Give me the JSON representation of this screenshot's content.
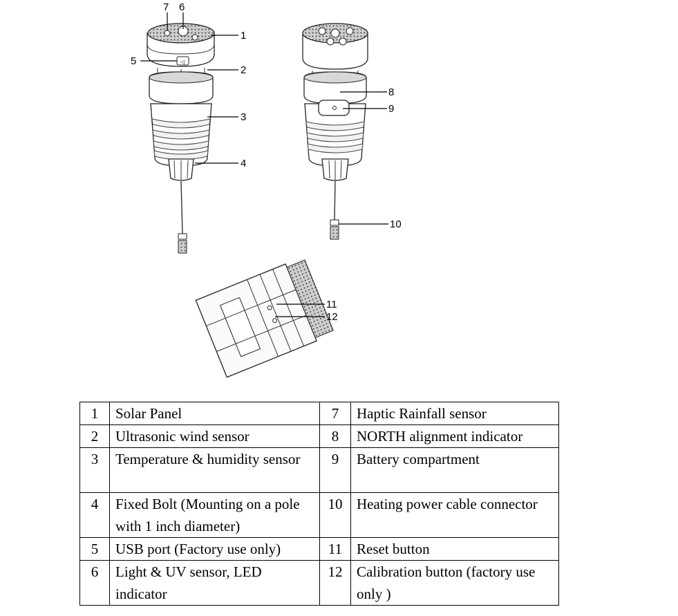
{
  "callouts": [
    "1",
    "2",
    "3",
    "4",
    "5",
    "6",
    "7",
    "8",
    "9",
    "10",
    "11",
    "12"
  ],
  "table": {
    "rows": [
      {
        "n1": "1",
        "d1": "Solar Panel",
        "n2": "7",
        "d2": "Haptic Rainfall sensor"
      },
      {
        "n1": "2",
        "d1": "Ultrasonic wind sensor",
        "n2": "8",
        "d2": "NORTH alignment indicator"
      },
      {
        "n1": "3",
        "d1": "Temperature & humidity sensor",
        "n2": "9",
        "d2": "Battery compartment"
      },
      {
        "n1": "4",
        "d1": "Fixed Bolt (Mounting on a pole with 1 inch diameter)",
        "n2": "10",
        "d2": "Heating power cable connector"
      },
      {
        "n1": "5",
        "d1": "USB port (Factory use only)",
        "n2": "11",
        "d2": "Reset button"
      },
      {
        "n1": "6",
        "d1": "Light & UV sensor, LED indicator",
        "n2": "12",
        "d2": "Calibration button (factory use only )"
      }
    ]
  }
}
